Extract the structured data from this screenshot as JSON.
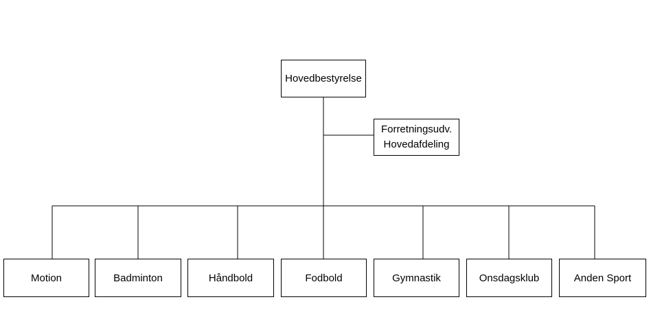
{
  "org_chart": {
    "root": {
      "label": "Hovedbestyrelse"
    },
    "side_unit": {
      "line1": "Forretningsudv.",
      "line2": "Hovedafdeling"
    },
    "departments": [
      {
        "label": "Motion"
      },
      {
        "label": "Badminton"
      },
      {
        "label": "Håndbold"
      },
      {
        "label": "Fodbold"
      },
      {
        "label": "Gymnastik"
      },
      {
        "label": "Onsdagsklub"
      },
      {
        "label": "Anden Sport"
      }
    ],
    "line_color": "#000000",
    "box_border_color": "#000000",
    "background_color": "#ffffff"
  }
}
